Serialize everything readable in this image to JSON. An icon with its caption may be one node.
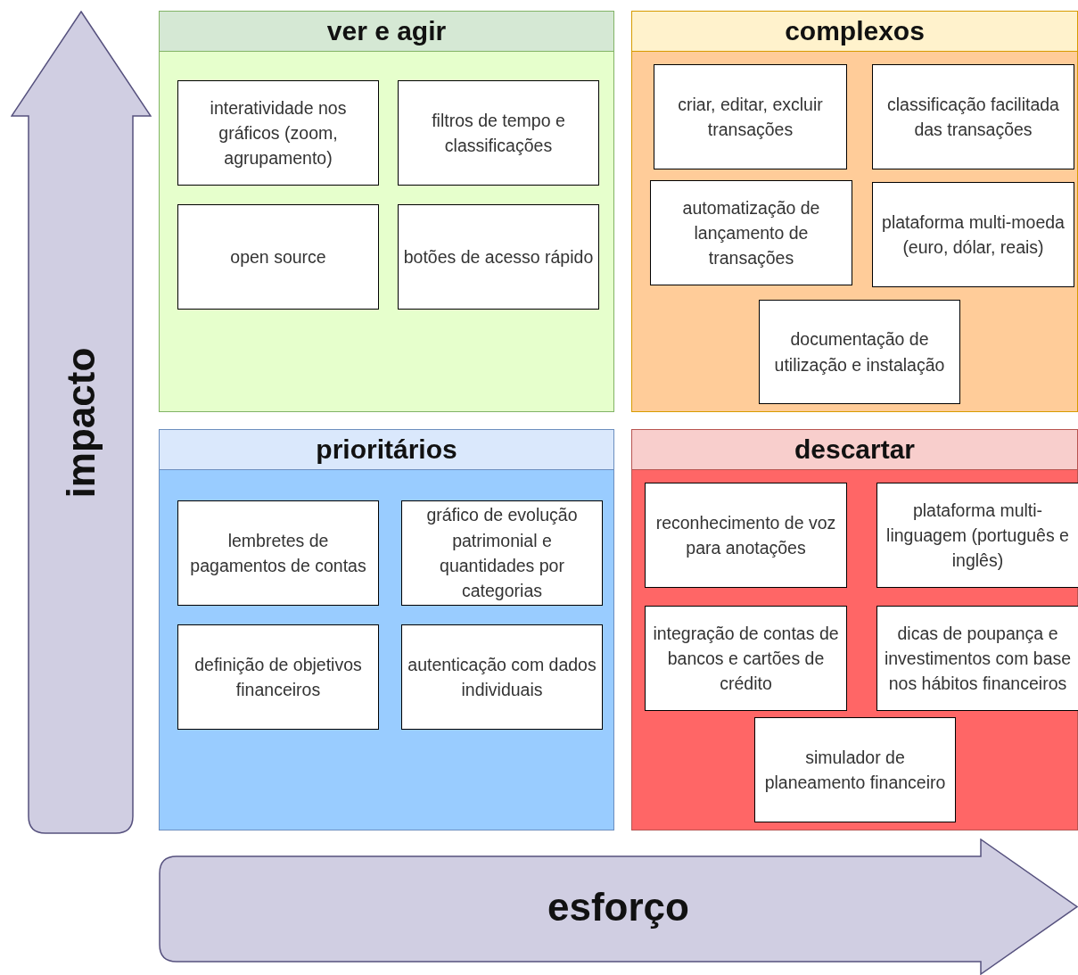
{
  "diagram": {
    "nodes": [
      {
        "text": [
          "impacto"
        ]
      },
      {
        "text": [
          "ver e agir"
        ]
      },
      {
        "text": [
          "interatividade nos gráficos (zoom, agrupamento)"
        ],
        "in": 1
      },
      {
        "text": [
          "filtros de tempo e classificações"
        ],
        "in": 1
      },
      {
        "text": [
          "open source"
        ],
        "in": 1
      },
      {
        "text": [
          "botões de acesso rápido"
        ],
        "in": 1
      },
      {
        "text": [
          "complexos"
        ]
      },
      {
        "text": [
          "criar, editar, excluir transações"
        ],
        "in": 6
      },
      {
        "text": [
          "classificação facilitada das transações"
        ],
        "in": 6
      },
      {
        "text": [
          "automatização de lançamento de transações"
        ],
        "in": 6
      },
      {
        "text": [
          "plataforma multi-moeda (euro, dólar, reais)"
        ],
        "in": 6
      },
      {
        "text": [
          "documentação de utilização e instalação"
        ],
        "in": 6
      },
      {
        "text": [
          "prioritários"
        ]
      },
      {
        "text": [
          "lembretes de pagamentos de contas"
        ],
        "in": 12
      },
      {
        "text": [
          "gráfico de evolução patrimonial e quantidades por categorias"
        ],
        "in": 12
      },
      {
        "text": [
          "definição de objetivos financeiros"
        ],
        "in": 12
      },
      {
        "text": [
          "autenticação com dados individuais"
        ],
        "in": 12
      },
      {
        "text": [
          "descartar"
        ]
      },
      {
        "text": [
          "reconhecimento de voz para anotações"
        ],
        "in": 17
      },
      {
        "text": [
          "plataforma multi-linguagem (português e inglês)"
        ],
        "in": 17
      },
      {
        "text": [
          "integração de contas de bancos e cartões de crédito"
        ],
        "in": 17
      },
      {
        "text": [
          "dicas de poupança e investimentos com base nos hábitos financeiros"
        ],
        "in": 17
      },
      {
        "text": [
          "simulador de planeamento financeiro"
        ],
        "in": 17
      },
      {
        "text": [
          "esforço"
        ]
      }
    ]
  }
}
